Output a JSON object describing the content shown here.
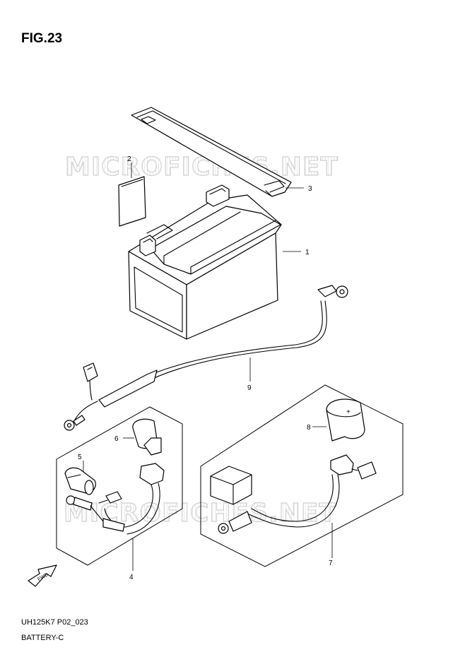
{
  "figure": {
    "title": "FIG.23",
    "code": "UH125K7 P02_023",
    "subtitle": "BATTERY-C"
  },
  "watermarks": [
    "MICROFICHES.NET",
    "MICROFICHES.NET"
  ],
  "callouts": {
    "c1": "1",
    "c2": "2",
    "c3": "3",
    "c4": "4",
    "c5": "5",
    "c6": "6",
    "c7": "7",
    "c8": "8",
    "c9": "9"
  },
  "fwd_label": "FWD",
  "terminal_sign": "+"
}
